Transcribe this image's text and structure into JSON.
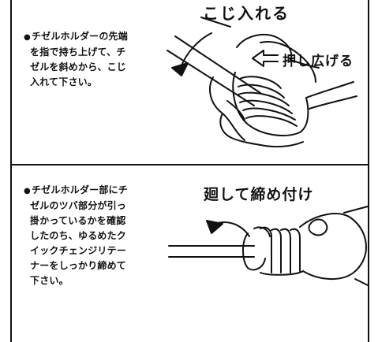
{
  "step1": {
    "bullet": "●",
    "lines": [
      "チゼルホルダーの先端",
      "を指で持ち上げて、チ",
      "ゼルを斜めから、こじ",
      "入れて下さい。"
    ],
    "caption_top": "こじ入れる",
    "caption_side": "押し広げる"
  },
  "step2": {
    "bullet": "●",
    "lines": [
      "チゼルホルダー部にチ",
      "ゼルのツバ部分が引っ",
      "掛かっているかを確認",
      "したのち、ゆるめたク",
      "イックチェンジリテー",
      "ナーをしっかり締めて",
      "下さい。"
    ],
    "caption_top": "廻して締め付け"
  }
}
